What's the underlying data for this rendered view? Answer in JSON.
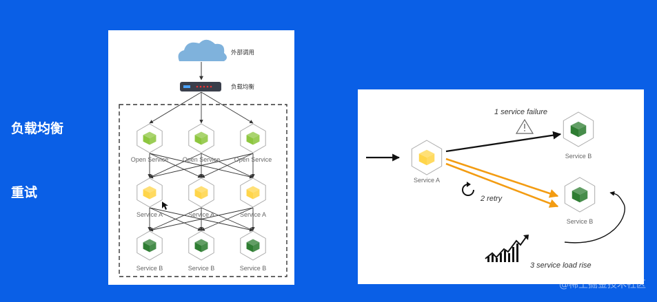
{
  "side_labels": {
    "load_balancing": "负载均衡",
    "retry": "重试"
  },
  "left_diagram": {
    "cloud_label": "外部调用",
    "balancer_label": "负载均衡",
    "open_service_labels": [
      "Open Service",
      "Open Service",
      "Open Service"
    ],
    "service_a_labels": [
      "Service A",
      "Service A",
      "Service A"
    ],
    "service_b_labels": [
      "Service B",
      "Service B",
      "Service B"
    ]
  },
  "right_diagram": {
    "service_a_label": "Service A",
    "service_b_top_label": "Service B",
    "service_b_bottom_label": "Service B",
    "step1": "1 service failure",
    "step2": "2 retry",
    "step3": "3 service load rise"
  },
  "watermark": "@稀土掘金技术社区",
  "colors": {
    "background": "#0a5fe6",
    "open_service": "#8dc63f",
    "service_a": "#ffd54a",
    "service_b": "#2e7d32",
    "retry_arrow": "#f39c12",
    "cloud": "#7fb2dc"
  }
}
